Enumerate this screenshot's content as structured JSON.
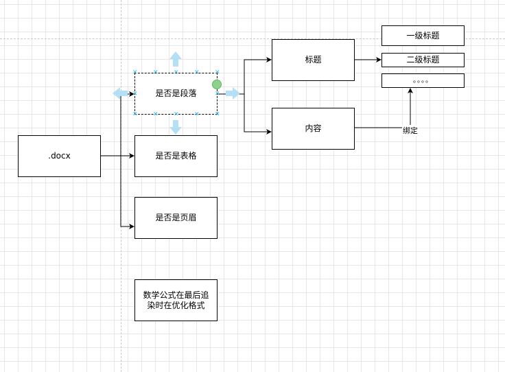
{
  "nodes": {
    "docx": ".docx",
    "paragraph": "是否是段落",
    "table": "是否是表格",
    "header": "是否是页眉",
    "math": "数学公式在最后追染时在优化格式",
    "title": "标题",
    "content": "内容",
    "h1": "一级标题",
    "h2": "二级标题",
    "more": "。。。。"
  },
  "edges": {
    "bind_label": "绑定"
  },
  "colors": {
    "handle": "#29b6f2",
    "hover_arrow": "#b3e0f5",
    "connect_dot": "#8fd18f"
  }
}
